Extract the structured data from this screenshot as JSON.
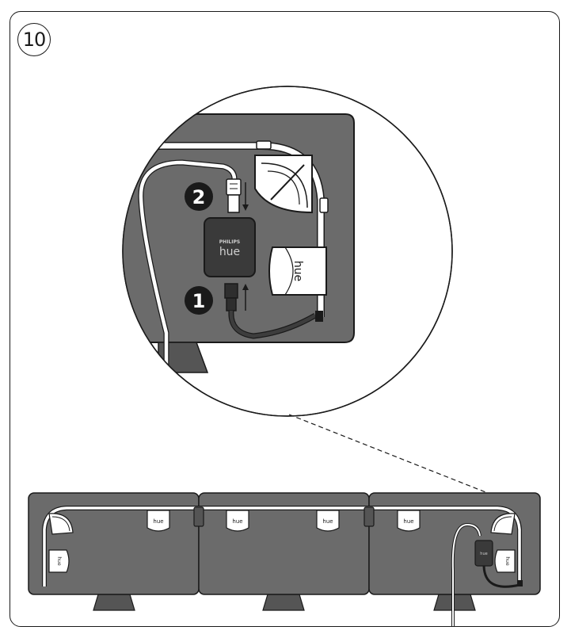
{
  "step_number": "10",
  "callouts": {
    "first": "1",
    "second": "2"
  },
  "adapter": {
    "brand": "PHILIPS",
    "logo": "hue"
  },
  "light_logo": "hue",
  "colors": {
    "panel": "#6b6b6b",
    "panel_dark": "#555555",
    "outline": "#1a1a1a",
    "adapter": "#3a3a3a",
    "cable": "#2e2e2e",
    "light_white": "#ffffff"
  }
}
